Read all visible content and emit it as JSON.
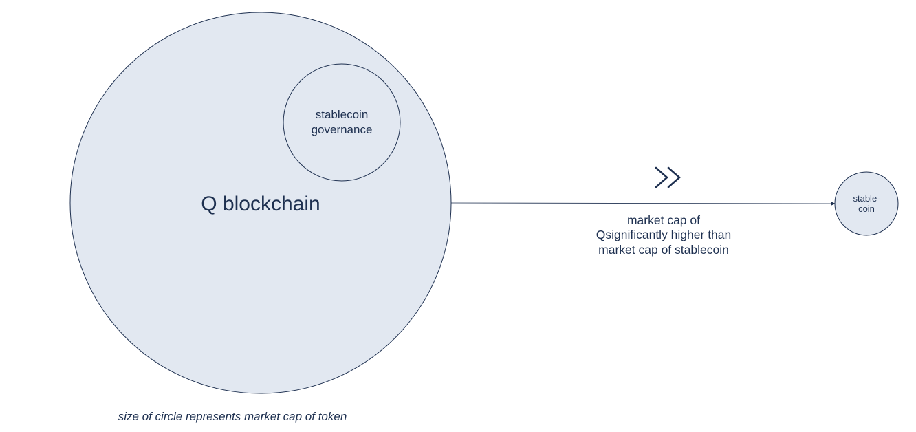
{
  "diagram": {
    "main_node": {
      "label": "Q  blockchain"
    },
    "inner_node": {
      "label_lines": [
        "stablecoin",
        "governance"
      ]
    },
    "target_node": {
      "label_lines": [
        "stable-",
        "coin"
      ]
    },
    "relation": {
      "symbol": "»",
      "label_lines": [
        "market cap of",
        "Qsignificantly higher than",
        "market cap of stablecoin"
      ]
    },
    "footnote": "size of circle represents market cap of token"
  },
  "colors": {
    "circle_fill": "#e2e8f1",
    "ink": "#1e3050",
    "background": "#ffffff"
  }
}
